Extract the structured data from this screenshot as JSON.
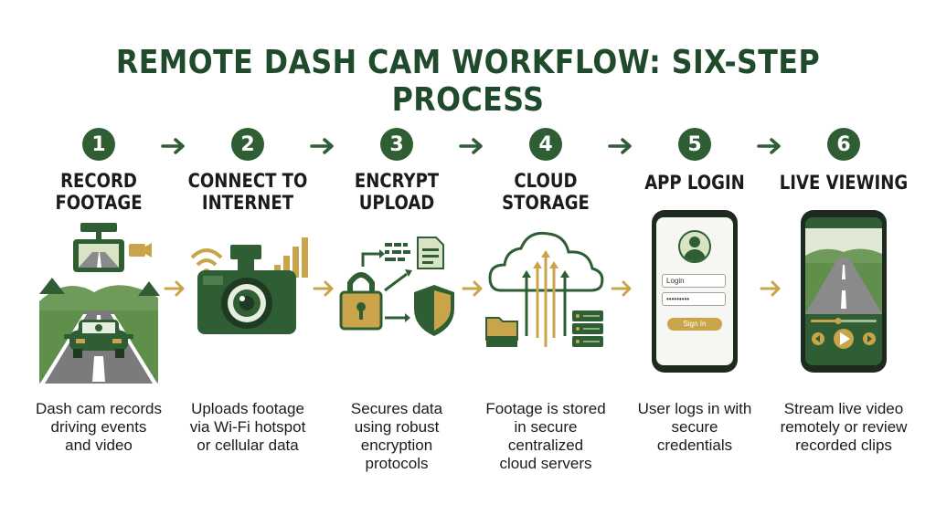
{
  "title": "REMOTE DASH CAM WORKFLOW: SIX-STEP PROCESS",
  "steps": [
    {
      "number": "1",
      "label_lines": [
        "RECORD",
        "FOOTAGE"
      ],
      "icon": "dash-cam-road-icon",
      "description_lines": [
        "Dash cam records",
        "driving events",
        "and video"
      ]
    },
    {
      "number": "2",
      "label_lines": [
        "CONNECT TO",
        "INTERNET"
      ],
      "icon": "camera-wifi-signal-icon",
      "description_lines": [
        "Uploads footage",
        "via Wi-Fi hotspot",
        "or cellular data"
      ]
    },
    {
      "number": "3",
      "label_lines": [
        "ENCRYPT",
        "UPLOAD"
      ],
      "icon": "lock-shield-icon",
      "description_lines": [
        "Secures data",
        "using robust",
        "encryption",
        "protocols"
      ]
    },
    {
      "number": "4",
      "label_lines": [
        "CLOUD",
        "STORAGE"
      ],
      "icon": "cloud-server-icon",
      "description_lines": [
        "Footage is stored",
        "in secure",
        "centralized",
        "cloud servers"
      ]
    },
    {
      "number": "5",
      "label_lines": [
        "APP LOGIN"
      ],
      "icon": "phone-login-icon",
      "description_lines": [
        "User logs in with",
        "secure",
        "credentials"
      ]
    },
    {
      "number": "6",
      "label_lines": [
        "LIVE VIEWING"
      ],
      "icon": "phone-video-icon",
      "description_lines": [
        "Stream live video",
        "remotely or review",
        "recorded clips"
      ]
    }
  ],
  "login_screen": {
    "username_placeholder": "Login",
    "password_mask": "•••••••••",
    "sign_in_label": "Sign In"
  },
  "colors": {
    "dark_green": "#2f5e35",
    "title_green": "#1f4a2c",
    "gold": "#c9a44a",
    "text": "#1b1b1b"
  }
}
